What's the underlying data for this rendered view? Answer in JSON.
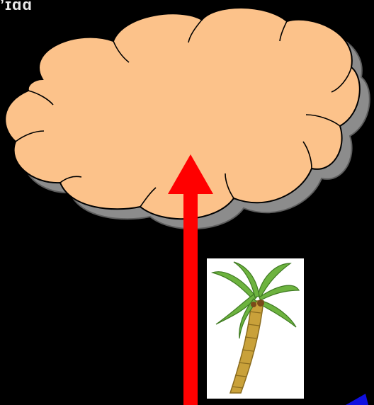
{
  "slide": {
    "corner_text": "ʼɪɑɑ",
    "colors": {
      "background": "#000000",
      "cloud_fill": "#FCC28A",
      "cloud_shadow": "#8C8C8C",
      "cloud_outline": "#000000",
      "arrow": "#FF0000",
      "palm_leaves": "#6DB33F",
      "palm_trunk": "#C9A13A",
      "corner_accent": "#1010E0"
    },
    "shapes": [
      "cloud",
      "arrow-up",
      "palm-tree-image",
      "corner-accent"
    ]
  }
}
